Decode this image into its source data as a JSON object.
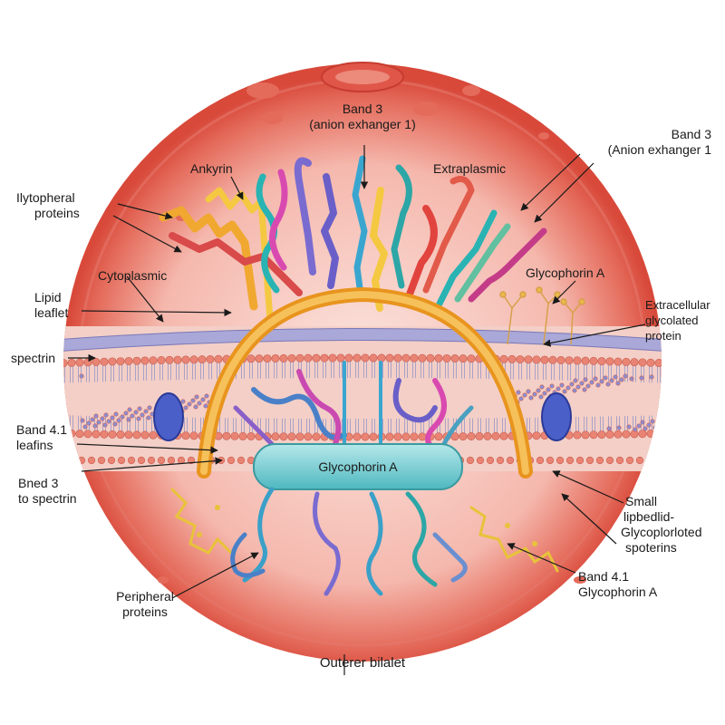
{
  "colors": {
    "cell_outer": "#e0503f",
    "cell_inner": "#f7c9c2",
    "cytoplasm": "#f9dcd6",
    "lipid_head": "#e98474",
    "ankyrin_arc": "#f0a830",
    "glycophorin_bar": "#7fd0d4",
    "membrane_band": "#a9a8d8"
  },
  "labels": {
    "band3_center": [
      "Band 3",
      "(anion exhanger 1)"
    ],
    "band3_right": [
      "Band 3",
      "(Anion exhanger 1"
    ],
    "ankyrin": "Ankyrin",
    "extraplasmic": "Extraplasmic",
    "ilytopheral": [
      "Ilytopheral",
      "proteins"
    ],
    "cytoplasmic": "Cytoplasmic",
    "glycophorin_a_top": "Glycophorin A",
    "lipid_leaflet": [
      "Lipid",
      "leaflet"
    ],
    "extracellular": [
      "Extracellular",
      "glycolated",
      "protein"
    ],
    "spectrin": "spectrin",
    "band41_leafins": [
      "Band 4.1",
      "leafins"
    ],
    "bned3": [
      "Bned 3",
      "to spectrin"
    ],
    "glycophorin_center": "Glycophorin A",
    "small_lipid": [
      "Small",
      "lipbedlid-",
      "Glycoplorloted",
      "spoterins"
    ],
    "band41_glyco": [
      "Band 4.1",
      "Glycophorin A"
    ],
    "peripheral": [
      "Peripheral",
      "proteins"
    ],
    "outer_bilayer": "Outerer bilalet"
  }
}
